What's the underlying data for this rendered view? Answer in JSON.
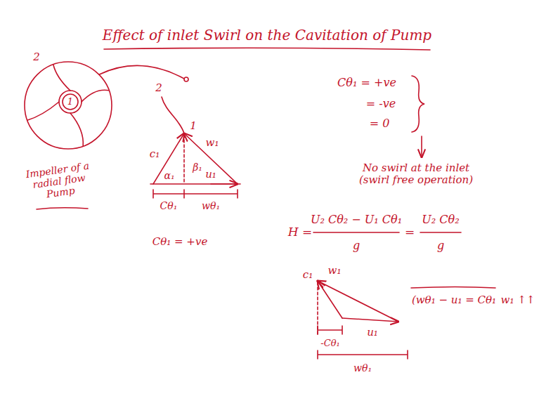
{
  "diagram": {
    "title": "Effect of inlet Swirl on the Cavitation of Pump",
    "labels": [
      "2",
      "1",
      "Impeller of a radial flow Pump",
      "2",
      "1",
      "w₁",
      "c₁",
      "α₁",
      "β₁",
      "u₁",
      "Cθ₁",
      "wθ₁",
      "Cθ₁ = +ve",
      "Cθ₁ = +ve",
      "= -ve",
      "= 0",
      "No swirl at the inlet (swirl free operation)",
      "H =",
      "U₂ Cθ₂ − U₁ Cθ₁",
      "g",
      "=",
      "U₂ Cθ₂",
      "g",
      "c₁",
      "w₁",
      "u₁",
      "-Cθ₁",
      "wθ₁",
      "(wθ₁ − u₁ = Cθ₁",
      "w₁ ↑↑"
    ]
  }
}
